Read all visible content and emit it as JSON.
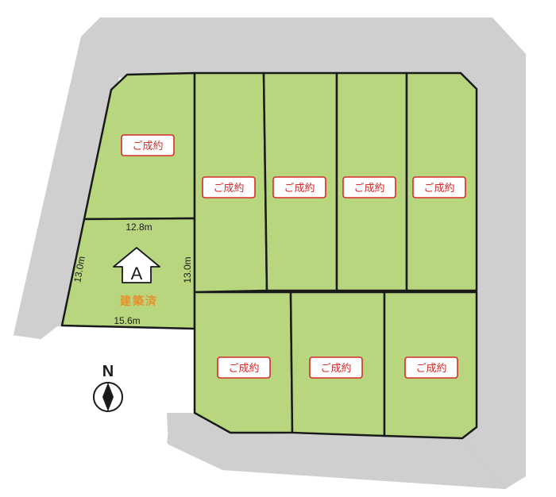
{
  "badge_label": "ご成約",
  "lot_a": {
    "name": "A",
    "status": "建築済",
    "dim_top": "12.8m",
    "dim_bottom": "15.6m",
    "dim_left": "13.0m",
    "dim_right": "13.0m"
  },
  "compass": {
    "label": "N"
  },
  "colors": {
    "lot": "#b7d67e",
    "road": "#cfcfcf",
    "border": "#1a1a1a",
    "badge": "#d52b2b",
    "status": "#e8902d"
  }
}
